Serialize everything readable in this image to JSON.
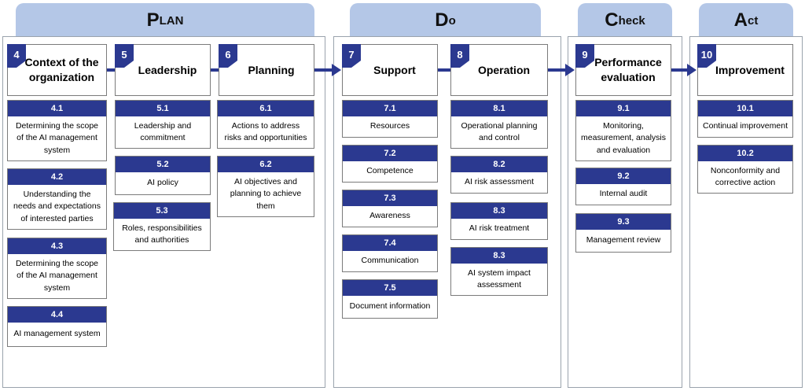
{
  "phases": {
    "plan": {
      "first": "P",
      "rest": "LAN"
    },
    "do": {
      "first": "D",
      "rest": "o"
    },
    "check": {
      "first": "C",
      "rest": "heck"
    },
    "act": {
      "first": "A",
      "rest": "ct"
    }
  },
  "clauses": [
    {
      "num": "4",
      "title": "Context of the organization",
      "items": [
        {
          "num": "4.1",
          "text": "Determining the scope of the AI management system"
        },
        {
          "num": "4.2",
          "text": "Understanding the needs and expectations of interested parties"
        },
        {
          "num": "4.3",
          "text": "Determining the scope of the AI management system"
        },
        {
          "num": "4.4",
          "text": "AI management system"
        }
      ]
    },
    {
      "num": "5",
      "title": "Leadership",
      "items": [
        {
          "num": "5.1",
          "text": "Leadership and commitment"
        },
        {
          "num": "5.2",
          "text": "AI policy"
        },
        {
          "num": "5.3",
          "text": "Roles, responsibilities and authorities"
        }
      ]
    },
    {
      "num": "6",
      "title": "Planning",
      "items": [
        {
          "num": "6.1",
          "text": "Actions to address risks and opportunities"
        },
        {
          "num": "6.2",
          "text": "AI objectives and planning to achieve them"
        }
      ]
    },
    {
      "num": "7",
      "title": "Support",
      "items": [
        {
          "num": "7.1",
          "text": "Resources"
        },
        {
          "num": "7.2",
          "text": "Competence"
        },
        {
          "num": "7.3",
          "text": "Awareness"
        },
        {
          "num": "7.4",
          "text": "Communication"
        },
        {
          "num": "7.5",
          "text": "Document information"
        }
      ]
    },
    {
      "num": "8",
      "title": "Operation",
      "items": [
        {
          "num": "8.1",
          "text": "Operational planning and control"
        },
        {
          "num": "8.2",
          "text": "AI risk assessment"
        },
        {
          "num": "8.3",
          "text": "AI risk treatment"
        },
        {
          "num": "8.3",
          "text": "AI system impact assessment"
        }
      ]
    },
    {
      "num": "9",
      "title": "Performance evaluation",
      "items": [
        {
          "num": "9.1",
          "text": "Monitoring, measurement, analysis and evaluation"
        },
        {
          "num": "9.2",
          "text": "Internal audit"
        },
        {
          "num": "9.3",
          "text": "Management review"
        }
      ]
    },
    {
      "num": "10",
      "title": "Improvement",
      "items": [
        {
          "num": "10.1",
          "text": "Continual improvement"
        },
        {
          "num": "10.2",
          "text": "Nonconformity and corrective action"
        }
      ]
    }
  ],
  "colors": {
    "accent": "#2b3990",
    "tab": "#b4c7e7",
    "border": "#7b7b7b"
  }
}
